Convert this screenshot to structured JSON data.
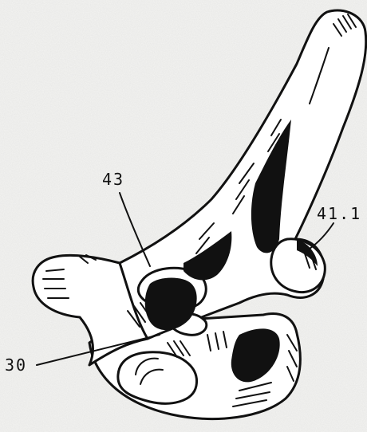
{
  "figure": {
    "labels": [
      {
        "text": "43"
      },
      {
        "text": "41.1"
      },
      {
        "text": "30"
      }
    ]
  }
}
